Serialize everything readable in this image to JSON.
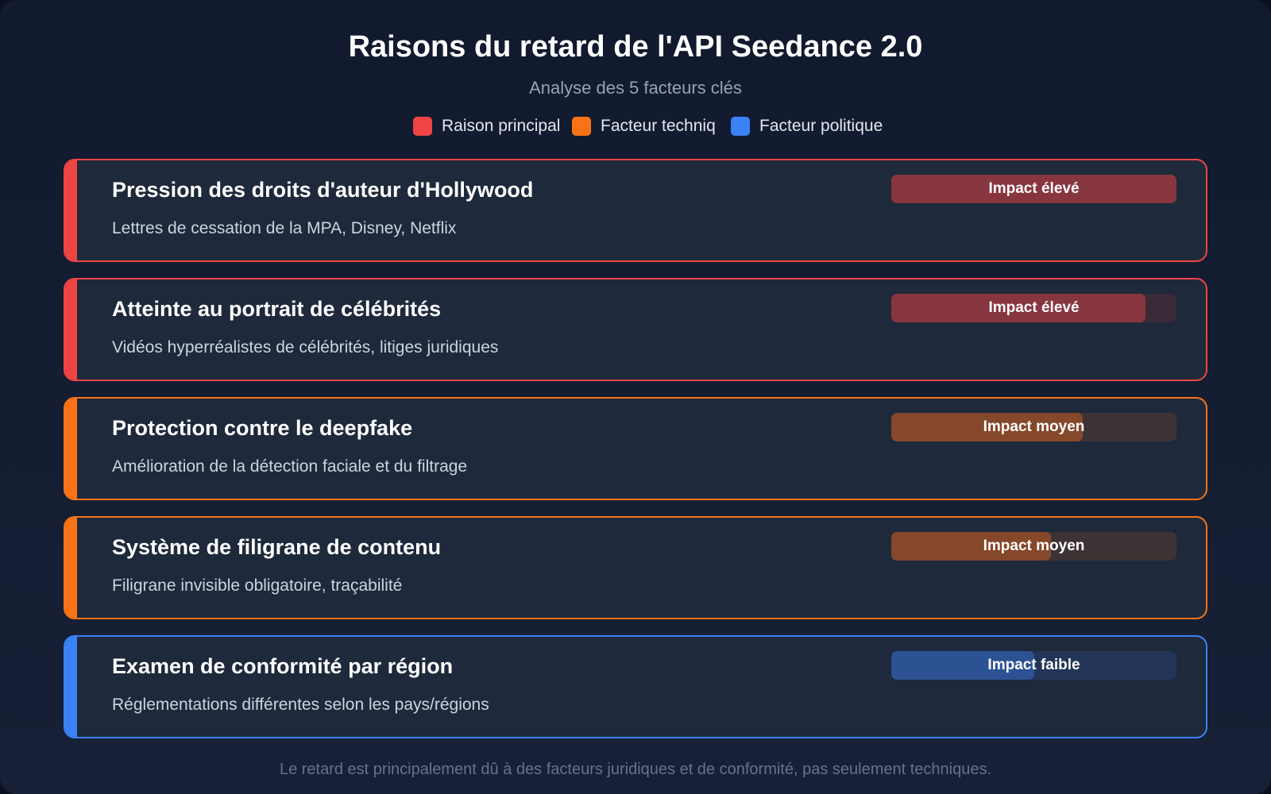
{
  "header": {
    "title": "Raisons du retard de l'API Seedance 2.0",
    "subtitle": "Analyse des 5 facteurs clés"
  },
  "legend": [
    {
      "label": "Raison principal",
      "color": "#ef4444"
    },
    {
      "label": "Facteur techniq",
      "color": "#f97316"
    },
    {
      "label": "Facteur politique",
      "color": "#3b82f6"
    }
  ],
  "reasons": [
    {
      "title": "Pression des droits d'auteur d'Hollywood",
      "description": "Lettres de cessation de la MPA, Disney, Netflix",
      "impact": "Impact élevé",
      "category": "Raison principal",
      "color": "#ef4444",
      "fill": "#87363f",
      "track": "#3b2a38",
      "level": 1.0
    },
    {
      "title": "Atteinte au portrait de célébrités",
      "description": "Vidéos hyperréalistes de célébrités, litiges juridiques",
      "impact": "Impact élevé",
      "category": "Raison principal",
      "color": "#ef4444",
      "fill": "#87363f",
      "track": "#3b2a38",
      "level": 0.89
    },
    {
      "title": "Protection contre le deepfake",
      "description": "Amélioration de la détection faciale et du filtrage",
      "impact": "Impact moyen",
      "category": "Facteur techniq",
      "color": "#f97316",
      "fill": "#85482a",
      "track": "#3d3334",
      "level": 0.67
    },
    {
      "title": "Système de filigrane de contenu",
      "description": "Filigrane invisible obligatoire, traçabilité",
      "impact": "Impact moyen",
      "category": "Facteur techniq",
      "color": "#f97316",
      "fill": "#85482a",
      "track": "#3d3334",
      "level": 0.56
    },
    {
      "title": "Examen de conformité par région",
      "description": "Réglementations différentes selon les pays/régions",
      "impact": "Impact faible",
      "category": "Facteur politique",
      "color": "#3b82f6",
      "fill": "#2c5293",
      "track": "#233557",
      "level": 0.5
    }
  ],
  "footer": "Le retard est principalement dû à des facteurs juridiques et de conformité, pas seulement techniques."
}
